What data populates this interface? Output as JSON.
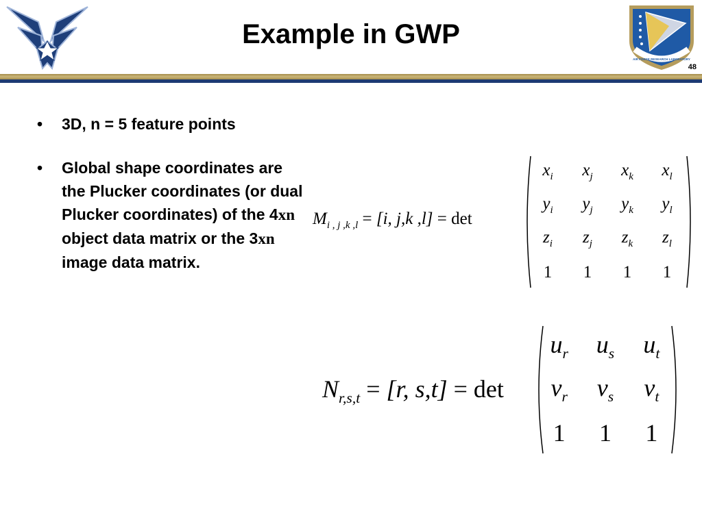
{
  "header": {
    "title": "Example in GWP",
    "page_number": "48",
    "left_logo": "us-air-force-wings-logo",
    "right_logo": "air-force-research-laboratory-emblem",
    "right_logo_text": "AIR FORCE RESEARCH LABORATORY",
    "colors": {
      "navy": "#1e3a73",
      "gold": "#b59c5c",
      "shield_blue": "#1f5aa6"
    }
  },
  "bullets": [
    {
      "text": "3D,  n = 5 feature points"
    },
    {
      "text_before": "Global shape coordinates are the Plucker coordinates (or dual Plucker coordinates) of the  4",
      "xn_1": "xn",
      "text_mid": " object data matrix or the 3",
      "xn_2": "xn",
      "text_after": " image data matrix."
    }
  ],
  "formula_1": {
    "lhs": "M",
    "lhs_sub": "i , j ,k ,l",
    "eq1": "=",
    "bracket": "[i, j,k ,l]",
    "eq2": "=",
    "det": "det",
    "matrix": [
      [
        [
          "x",
          "i"
        ],
        [
          "x",
          "j"
        ],
        [
          "x",
          "k"
        ],
        [
          "x",
          "l"
        ]
      ],
      [
        [
          "y",
          "i"
        ],
        [
          "y",
          "j"
        ],
        [
          "y",
          "k"
        ],
        [
          "y",
          "l"
        ]
      ],
      [
        [
          "z",
          "i"
        ],
        [
          "z",
          "j"
        ],
        [
          "z",
          "k"
        ],
        [
          "z",
          "l"
        ]
      ],
      [
        [
          "1",
          ""
        ],
        [
          "1",
          ""
        ],
        [
          "1",
          ""
        ],
        [
          "1",
          ""
        ]
      ]
    ]
  },
  "formula_2": {
    "lhs": "N",
    "lhs_sub": "r,s,t",
    "eq1": "=",
    "bracket": "[r, s,t]",
    "eq2": "=",
    "det": "det",
    "matrix": [
      [
        [
          "u",
          "r"
        ],
        [
          "u",
          "s"
        ],
        [
          "u",
          "t"
        ]
      ],
      [
        [
          "v",
          "r"
        ],
        [
          "v",
          "s"
        ],
        [
          "v",
          "t"
        ]
      ],
      [
        [
          "1",
          ""
        ],
        [
          "1",
          ""
        ],
        [
          "1",
          ""
        ]
      ]
    ]
  }
}
